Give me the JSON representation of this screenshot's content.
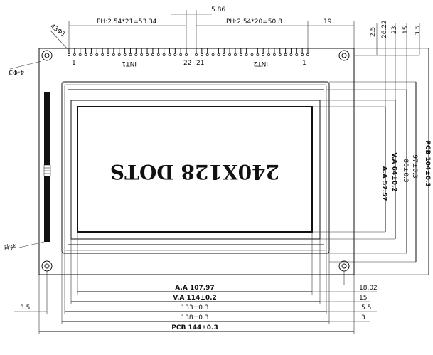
{
  "pitch": {
    "left": "PH:2.54*21=53.34",
    "right": "PH:2.54*20=50.8",
    "gap": "5.86",
    "right_margin": "19"
  },
  "connectors": {
    "int1": "INT1",
    "int2": "INT2",
    "pin_labels": [
      "1",
      "22",
      "21",
      "1"
    ]
  },
  "hole_dia": "4-Φ3",
  "pin_dia": "43Φ1",
  "center_text": "240X128 DOTS",
  "side_label": "背光",
  "right_dims": [
    "2.5",
    "26.22",
    "23",
    "15",
    "3.5"
  ],
  "vertical_dims": {
    "aa": "A.A 57.57",
    "va": "V.A 64±0.2",
    "outline": "80±0.3",
    "frame": "97±0.3",
    "pcb": "PCB 104±0.3"
  },
  "horizontal_dims": {
    "aa": "A.A 107.97",
    "va": "V.A 114±0.2",
    "frame": "133±0.3",
    "outline": "138±0.3",
    "pcb": "PCB 144±0.3"
  },
  "bottom_right_dims": [
    "18.02",
    "15",
    "5.5",
    "3"
  ],
  "bottom_left_dim": "3.5"
}
